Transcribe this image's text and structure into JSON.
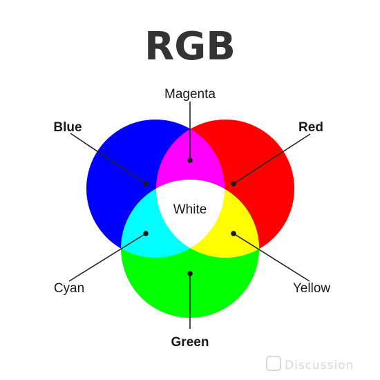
{
  "title": "RGB",
  "labels": {
    "magenta": "Magenta",
    "blue": "Blue",
    "red": "Red",
    "white": "White",
    "cyan": "Cyan",
    "yellow": "Yellow",
    "green": "Green"
  },
  "watermark": "Discussion",
  "colors": {
    "red": "#ff0000",
    "green": "#00ff00",
    "blue": "#0000ff",
    "cyan": "#00ffff",
    "magenta": "#ff00ff",
    "yellow": "#ffff00",
    "white": "#ffffff",
    "title": "#333333"
  }
}
